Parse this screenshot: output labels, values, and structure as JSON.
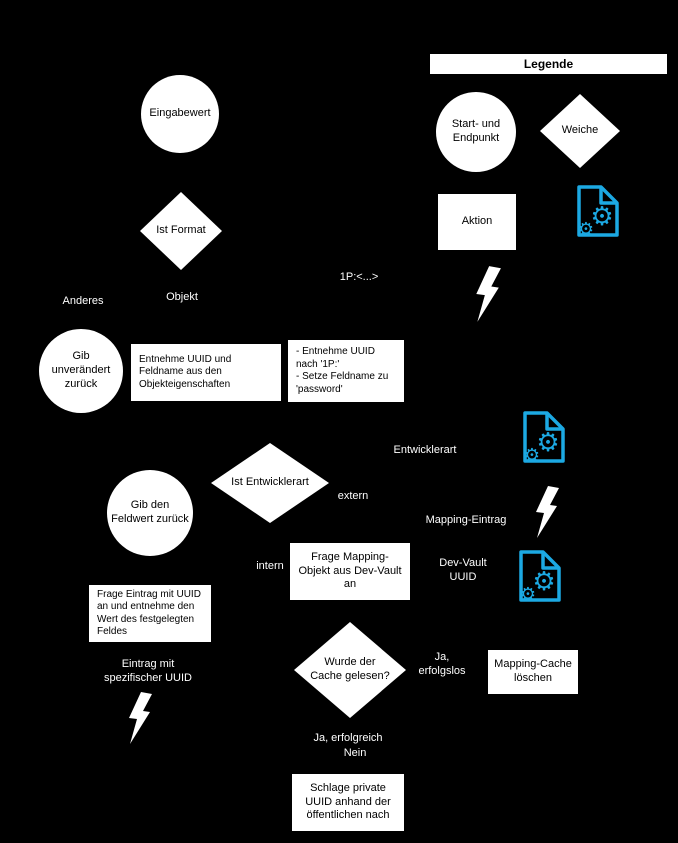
{
  "legend": {
    "title": "Legende",
    "start_end": "Start- und Endpunkt",
    "decision": "Weiche",
    "action": "Aktion"
  },
  "nodes": {
    "eingabewert": "Eingabewert",
    "ist_format": "Ist Format",
    "gib_unveraendert": "Gib unverändert zurück",
    "entnehme_objekt": "Entnehme UUID und Feldname aus den Objekteigenschaften",
    "entnehme_1p": "- Entnehme UUID nach '1P:'\n- Setze Feldname zu 'password'",
    "ist_entwicklerart": "Ist Entwicklerart",
    "gib_feldwert": "Gib den Feldwert zurück",
    "frage_mapping": "Frage Mapping-Objekt aus Dev-Vault an",
    "frage_eintrag": "Frage Eintrag mit UUID an und entnehme den Wert des festgelegten Feldes",
    "wurde_cache": "Wurde der Cache gelesen?",
    "mapping_cache": "Mapping-Cache löschen",
    "schlage_uuid": "Schlage private UUID anhand der öffentlichen nach"
  },
  "labels": {
    "anderes": "Anderes",
    "objekt": "Objekt",
    "one_p": "1P:<...>",
    "entwicklerart": "Entwicklerart",
    "extern": "extern",
    "intern": "intern",
    "mapping_eintrag": "Mapping-Eintrag",
    "dev_vault_uuid": "Dev-Vault\nUUID",
    "ja_erfolgslos": "Ja,\nerfolgslos",
    "ja_erfolgreich": "Ja, erfolgreich",
    "nein": "Nein",
    "eintrag_mit": "Eintrag mit\nspezifischer UUID"
  },
  "icons": {
    "gear_document": "⚙",
    "lightning": "⚡"
  },
  "colors": {
    "background": "#000000",
    "shape_fill": "#ffffff",
    "accent_blue": "#1CA9E3"
  }
}
